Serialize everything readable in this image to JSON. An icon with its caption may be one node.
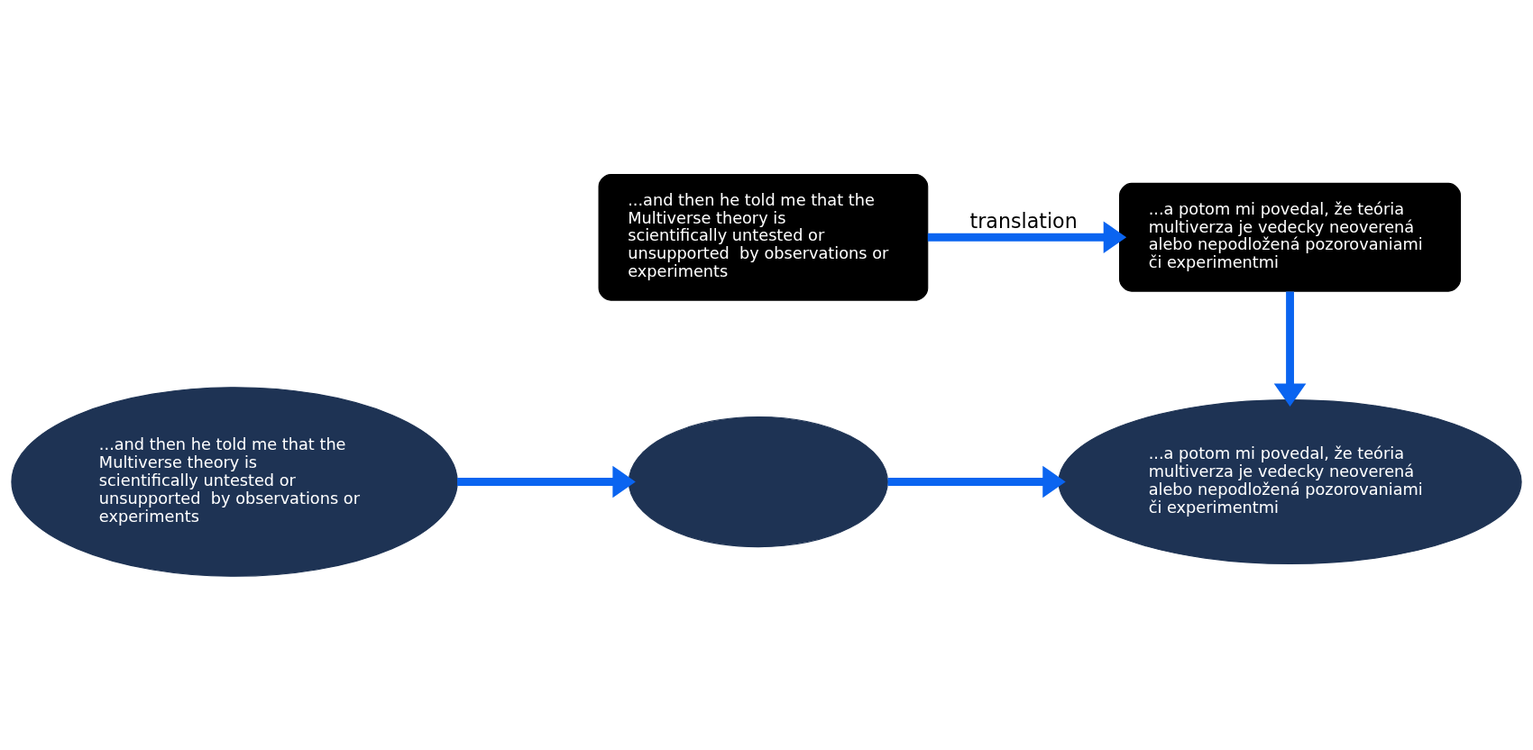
{
  "diagram": {
    "nodes": [
      {
        "text": [
          "...and then he told me that the Multiverse theory is scientifically untested or unsupported  by observations or experiments"
        ]
      },
      {
        "text": [
          "...a potom mi povedal, že teória multiverza je vedecky neoverená alebo nepodložená pozorovaniami či experimentmi"
        ]
      },
      {
        "text": [
          "...and then he told me that the Multiverse theory is scientifically untested or unsupported  by observations or experiments"
        ]
      },
      {
        "text": [],
        "shape": "bubble"
      },
      {
        "text": [
          "...a potom mi povedal, že teória multiverza je vedecky neoverená alebo nepodložená pozorovaniami či experimentmi"
        ]
      }
    ],
    "edges": [
      {
        "from": 0,
        "to": 1,
        "arrow": "to",
        "label": "translation"
      },
      {
        "from": 1,
        "to": 4,
        "arrow": "to"
      },
      {
        "from": 2,
        "to": 3,
        "arrow": "to"
      },
      {
        "from": 3,
        "to": 4,
        "arrow": "to"
      }
    ]
  }
}
